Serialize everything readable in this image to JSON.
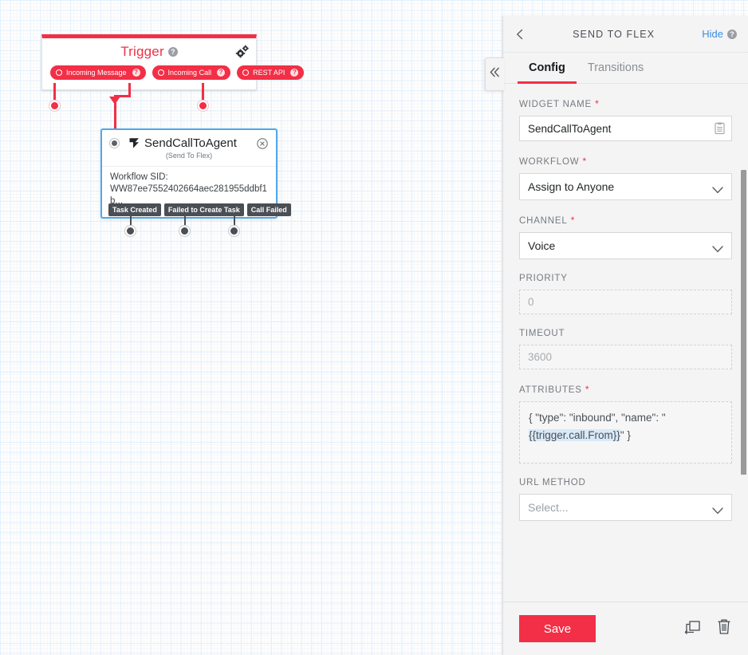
{
  "canvas": {
    "trigger": {
      "title": "Trigger",
      "help": "?",
      "gears_icon": "gears-icon",
      "pills": [
        {
          "label": "Incoming Message",
          "help": "?"
        },
        {
          "label": "Incoming Call",
          "help": "?"
        },
        {
          "label": "REST API",
          "help": "?"
        }
      ]
    },
    "widget": {
      "name": "SendCallToAgent",
      "subtitle": "(Send To Flex)",
      "detail_label": "Workflow SID:",
      "detail_value": "WW87ee7552402664aec281955ddbf1b...",
      "logo_icon": "flex-logo-icon",
      "close_icon": "close-circle-icon",
      "transitions": [
        "Task Created",
        "Failed to Create Task",
        "Call Failed"
      ]
    },
    "collapse_icon": "double-chevron-left-icon"
  },
  "panel": {
    "back_icon": "chevron-left-icon",
    "title": "SEND TO FLEX",
    "hide_label": "Hide",
    "hide_help": "?",
    "tabs": [
      {
        "label": "Config",
        "active": true
      },
      {
        "label": "Transitions",
        "active": false
      }
    ],
    "fields": [
      {
        "label": "WIDGET NAME",
        "required": true,
        "type": "text",
        "value": "SendCallToAgent",
        "icon": "clipboard-icon"
      },
      {
        "label": "WORKFLOW",
        "required": true,
        "type": "select",
        "value": "Assign to Anyone"
      },
      {
        "label": "CHANNEL",
        "required": true,
        "type": "select",
        "value": "Voice"
      },
      {
        "label": "PRIORITY",
        "required": false,
        "type": "dashed",
        "value": "",
        "placeholder": "0"
      },
      {
        "label": "TIMEOUT",
        "required": false,
        "type": "dashed",
        "value": "",
        "placeholder": "3600"
      },
      {
        "label": "ATTRIBUTES",
        "required": true,
        "type": "textarea",
        "value_pre": "{ \"type\": \"inbound\", \"name\": \"",
        "value_highlight": "{{trigger.call.From}}",
        "value_post": "\" }"
      },
      {
        "label": "URL METHOD",
        "required": false,
        "type": "select",
        "value": "",
        "placeholder": "Select..."
      }
    ],
    "footer": {
      "save_label": "Save",
      "duplicate_icon": "duplicate-icon",
      "delete_icon": "trash-icon"
    }
  },
  "colors": {
    "accent_red": "#f22f46",
    "link_blue": "#3b8fe0",
    "node_border_blue": "#4fa8ec",
    "chip_gray": "#4a4f55"
  }
}
